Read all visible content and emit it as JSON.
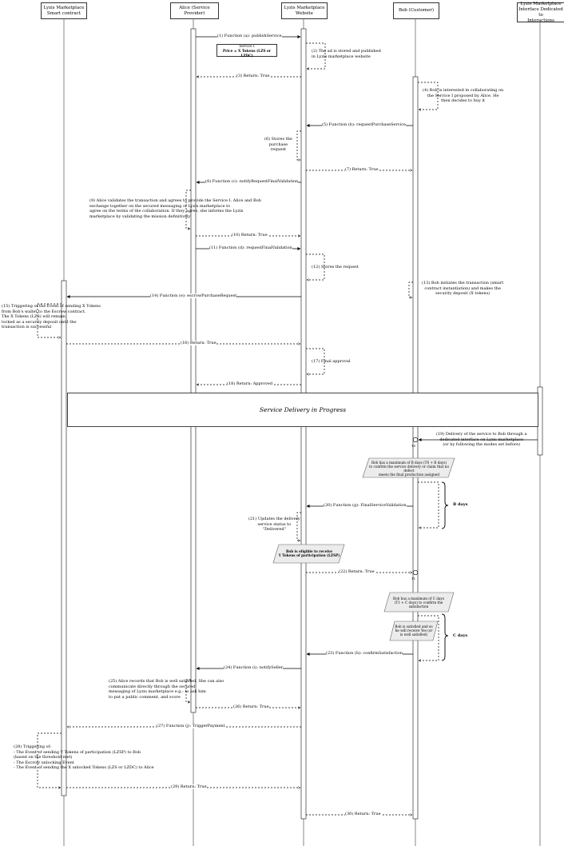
{
  "lifelines": [
    {
      "id": "contract",
      "label": "Lyzis Marketplace\nSmart contract"
    },
    {
      "id": "alice",
      "label": "Alice (Service\nProvider)"
    },
    {
      "id": "website",
      "label": "Lyzis Marketplace\nWebsite"
    },
    {
      "id": "bob",
      "label": "Bob (Customer)"
    },
    {
      "id": "interface",
      "label": "Lyzis Marketplace\nInterface Dedicated to\nInteractions"
    }
  ],
  "messages": {
    "m1": "(1) Function (a): publishService",
    "m3": "(3) Return: True",
    "m5": "(5) Function (b): requestPurchaseService",
    "m7": "(7) Return: True",
    "m8": "(8) Function (c): notifyRequestFinalValidation",
    "m10": "(10) Return: True",
    "m11": "(11) Function (d): requestFinalValidation",
    "m14": "(14) Function (e): escrowPurchaseRequest",
    "m16": "(16) Return: True",
    "m18": "(18) Return: Approved",
    "m20": "(20) Function (g): FinalServiceValidation",
    "m22": "(22) Return: True",
    "m23": "(23) Function (h): confirmSatisfaction",
    "m24": "(24) Function (i): notifySeller",
    "m26": "(26) Return: True",
    "m27": "(27) Function (j): TriggerPayment",
    "m29": "(29) Return: True",
    "m30": "(30) Return: True"
  },
  "notes": {
    "n2": "(2) The ad is stored and published\nin Lyzis marketplace website",
    "n4": "(4) Bob is interested in collaborating on\nthe Service I proposed by Alice. He\nthen decides to buy it",
    "n6": "(6) Stores the\npurchase\nrequest",
    "n9": "(9) Alice validates the transaction and agrees to provide the Service I. Alice and Bob\nexchange together on the secured messaging of Lyzis marketplace to\nagree on the terms of the collaboration. If they agree, she informs the Lyzis\nmarketplace by validating the mission definitively",
    "n12": "(12) Stores the request",
    "n13": "(13) Bob initiates the transaction (smart\ncontract instantiation) and makes the\nsecurity deposit (X tokens)",
    "n15": "(15) Triggering of the Event of sending X Tokens\nfrom Bob's wallet to the Escrow contract.\nThe X Tokens (LZS) will remain\nlocked as a security deposit until the\ntransaction is successful",
    "n17": "(17) Final approval",
    "n19": "(19) Delivery of the service to Bob through a\ndedicated interface on Lyzis marketplace\n(or by following the modes set before)",
    "n21": "(21) Updates the delivery\nservice status to\n\"Delivered\"",
    "n25": "(25) Alice records that Bob is well satisfied. She can also\ncommunicate directly through the secured\nmessaging of Lyzis marketplace e.g.: to ask him\nto put a public comment, and score",
    "n28": "(28) Triggering of:\n- The Event of sending Y Tokens of participation (LZSP) to Bob\n(based on the threshold met)\n- The Escrow unlocking Event\n- The Event of sending the X unlocked Tokens (LZS or LZDC) to Alice"
  },
  "service_box": {
    "line1": "Service I",
    "line2": "Price = X Tokens (LZS or LZDC)"
  },
  "band_label": "Service Delivery in Progress",
  "parallelograms": {
    "p1": "Bob has a maximum of B days (T0 + B days)\nto confirm the service delivery or claim that no defect\nmeets the final production assigned",
    "p2": "Bob is eligible to receive\nY Tokens of participation (LZSP)",
    "p3": "Bob has a maximum of C days\n(T1 + C days) to confirm the satisfaction",
    "p4": "Bob is satisfied and so\nhe will receive Yes (or\nis well satisfied)"
  },
  "timers": {
    "t0": "T0",
    "t1": "T1"
  },
  "braces": {
    "b_days": "B days",
    "c_days": "C days"
  }
}
